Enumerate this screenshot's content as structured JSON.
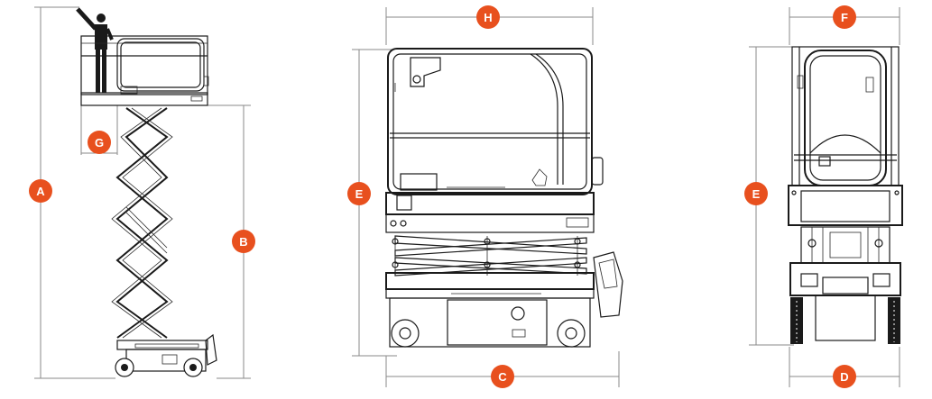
{
  "colors": {
    "marker": "#E8501E",
    "marker_text": "#ffffff",
    "line": "#1a1a1a",
    "dimension": "#8a8a8a"
  },
  "labels": {
    "A": "A",
    "B": "B",
    "C": "C",
    "D": "D",
    "E": "E",
    "F": "F",
    "G": "G",
    "H": "H"
  }
}
